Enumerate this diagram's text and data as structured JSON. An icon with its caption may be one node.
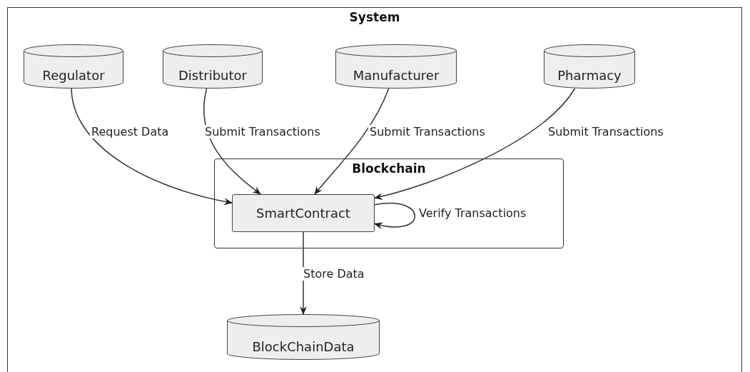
{
  "diagram": {
    "nodes": [
      {
        "text": [
          "System"
        ]
      },
      {
        "text": [
          "Regulator"
        ],
        "in": 0
      },
      {
        "text": [
          "Distributor"
        ],
        "in": 0
      },
      {
        "text": [
          "Manufacturer"
        ],
        "in": 0
      },
      {
        "text": [
          "Pharmacy"
        ],
        "in": 0
      },
      {
        "text": [
          "Blockchain"
        ],
        "in": 0
      },
      {
        "text": [
          "SmartContract"
        ],
        "in": 5
      },
      {
        "text": [
          "BlockChainData"
        ],
        "in": 0
      }
    ],
    "edges": [
      {
        "from": 1,
        "to": 6,
        "arrow": "to",
        "label": "Request Data"
      },
      {
        "from": 2,
        "to": 6,
        "arrow": "to",
        "label": "Submit Transactions"
      },
      {
        "from": 3,
        "to": 6,
        "arrow": "to",
        "label": "Submit Transactions"
      },
      {
        "from": 4,
        "to": 6,
        "arrow": "to",
        "label": "Submit Transactions"
      },
      {
        "from": 6,
        "to": 6,
        "arrow": "to",
        "label": "Verify Transactions"
      },
      {
        "from": 6,
        "to": 7,
        "arrow": "to",
        "label": "Store Data"
      }
    ]
  }
}
